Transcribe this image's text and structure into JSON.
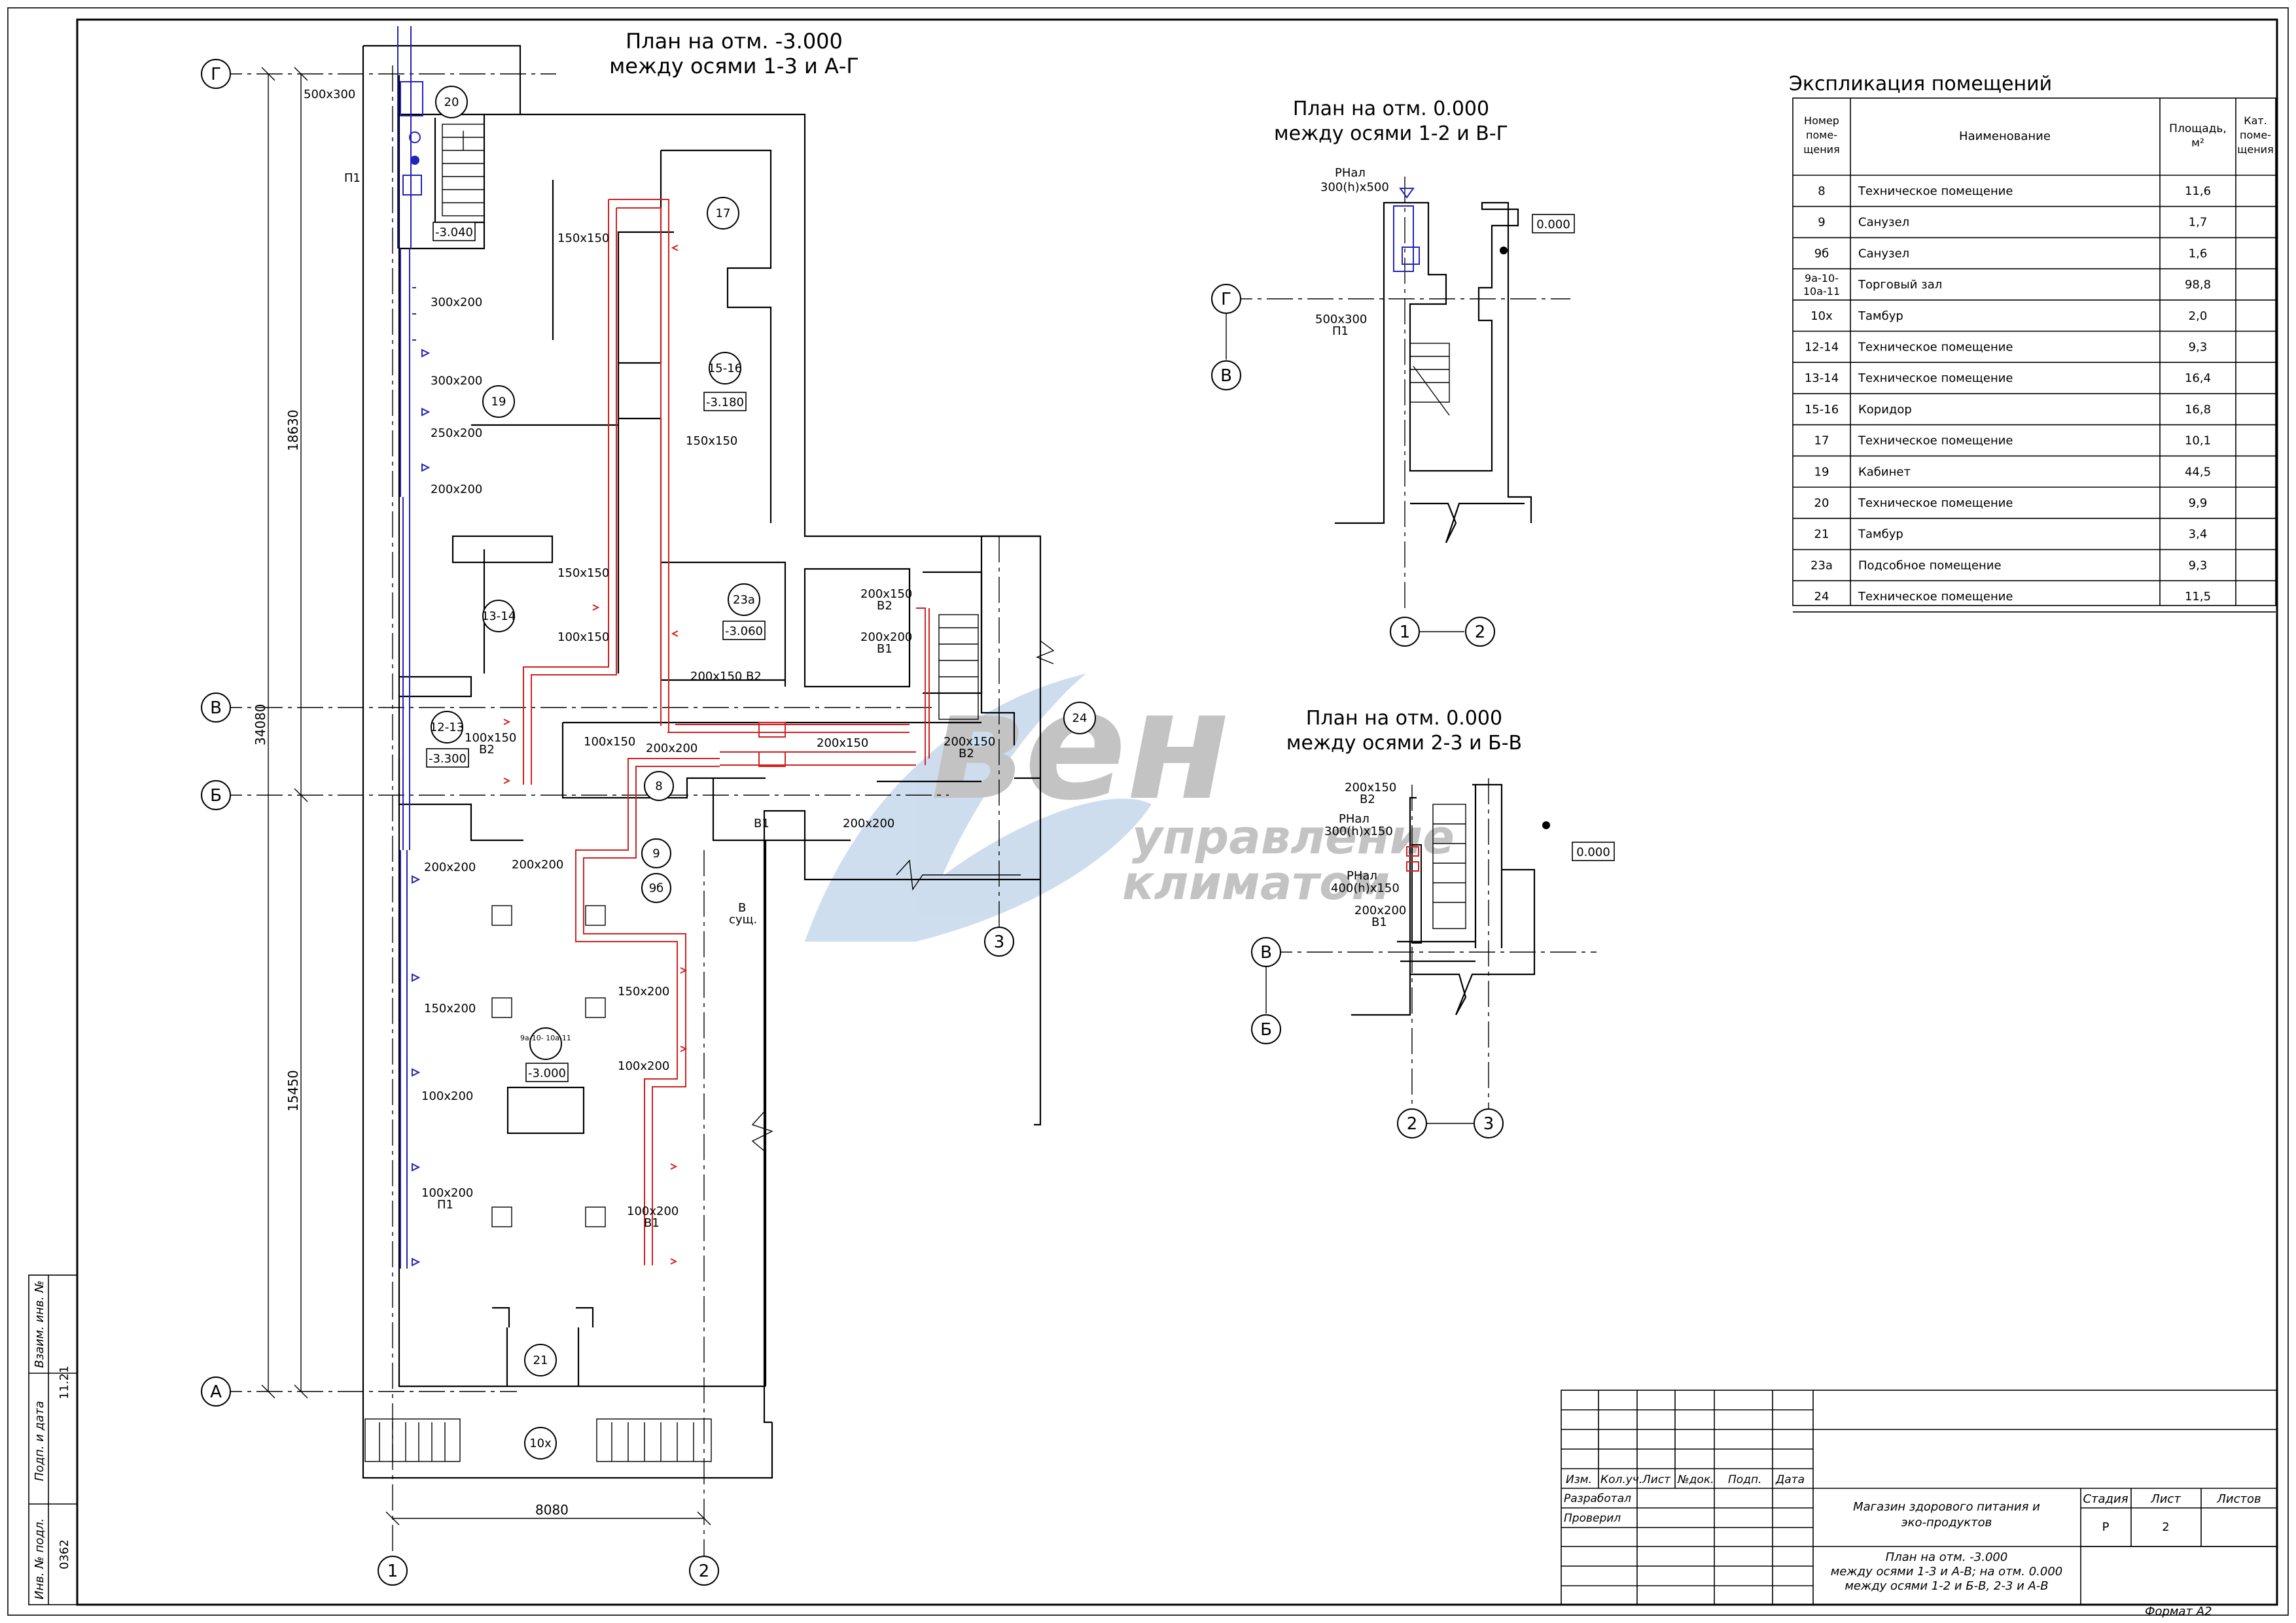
{
  "titles": {
    "main_plan": [
      "План на отм. -3.000",
      "между осями 1-3 и А-Г"
    ],
    "plan_12": [
      "План на отм. 0.000",
      "между осями 1-2 и В-Г"
    ],
    "plan_23": [
      "План на отм. 0.000",
      "между осями 2-3 и Б-В"
    ],
    "explication": "Экспликация помещений"
  },
  "explication": {
    "headers": [
      "Номер поме- щения",
      "Наименование",
      "Площадь, м²",
      "Кат. поме- щения"
    ],
    "rows": [
      {
        "num": "8",
        "name": "Техническое помещение",
        "area": "11,6"
      },
      {
        "num": "9",
        "name": "Санузел",
        "area": "1,7"
      },
      {
        "num": "9б",
        "name": "Санузел",
        "area": "1,6"
      },
      {
        "num": "9а-10- 10а-11",
        "name": "Торговый зал",
        "area": "98,8"
      },
      {
        "num": "10х",
        "name": "Тамбур",
        "area": "2,0"
      },
      {
        "num": "12-14",
        "name": "Техническое помещение",
        "area": "9,3"
      },
      {
        "num": "13-14",
        "name": "Техническое помещение",
        "area": "16,4"
      },
      {
        "num": "15-16",
        "name": "Коридор",
        "area": "16,8"
      },
      {
        "num": "17",
        "name": "Техническое помещение",
        "area": "10,1"
      },
      {
        "num": "19",
        "name": "Кабинет",
        "area": "44,5"
      },
      {
        "num": "20",
        "name": "Техническое помещение",
        "area": "9,9"
      },
      {
        "num": "21",
        "name": "Тамбур",
        "area": "3,4"
      },
      {
        "num": "23а",
        "name": "Подсобное помещение",
        "area": "9,3"
      },
      {
        "num": "24",
        "name": "Техническое помещение",
        "area": "11,5"
      }
    ]
  },
  "axes": {
    "g": "Г",
    "v": "В",
    "b": "Б",
    "a": "А",
    "n1": "1",
    "n2": "2",
    "n3": "3"
  },
  "rooms": {
    "r20": "20",
    "r17": "17",
    "r1516": "15-16",
    "r19": "19",
    "r1314": "13-14",
    "r23a": "23а",
    "r1213": "12-13",
    "r8": "8",
    "r9": "9",
    "r9b": "9б",
    "r24": "24",
    "r9a": "9а-10- 10а-11",
    "r21": "21",
    "r10x": "10х"
  },
  "levels": {
    "l1": "-3.040",
    "l2": "-3.180",
    "l3": "-3.060",
    "l4": "-3.300",
    "l5": "-3.000",
    "l6": "0.000",
    "l7": "0.000"
  },
  "dimensions": {
    "d1": "18630",
    "d2": "34080",
    "d3": "15450",
    "d4": "8080"
  },
  "duct_labels": {
    "a1": "500х300",
    "a2": "П1",
    "a3": "300х200",
    "a4": "300х200",
    "a5": "250х200",
    "a6": "200х200",
    "b1": "150х150",
    "b2": "150х150",
    "b3": "150х150",
    "b4": "100х150",
    "c1": "200х150",
    "c2": "В2",
    "c3": "200х150",
    "c4": "В2",
    "c5": "200х200",
    "c6": "В1",
    "c7": "100х150",
    "c8": "В2",
    "c9": "100х150",
    "c10": "200х200",
    "c11": "200х150",
    "c12": "200х150",
    "c13": "В2",
    "c14": "В1",
    "c15": "200х200",
    "c16": "200х200",
    "c17": "В",
    "c18": "сущ.",
    "e1": "200х200",
    "e2": "150х200",
    "e3": "100х200",
    "e4": "100х200",
    "e5": "П1",
    "f1": "150х200",
    "f2": "100х200",
    "f3": "100х200",
    "f4": "В1",
    "g1": "РНал",
    "g2": "300(h)х500",
    "g3": "500х300",
    "g4": "П1",
    "h1": "200х150",
    "h2": "В2",
    "h3": "РНал",
    "h4": "300(h)х150",
    "h5": "РНал",
    "h6": "400(h)х150",
    "h7": "200х200",
    "h8": "В1"
  },
  "watermark": {
    "brand": "вен",
    "line1": "управление",
    "line2": "климатом"
  },
  "side_stamp": {
    "c1": "Взаим. инв. №",
    "c2": "Подп. и дата",
    "c3": "Инв. № подл.",
    "v2": "11.21",
    "v3": "0362"
  },
  "title_block": {
    "cols": [
      "Изм.",
      "Кол.уч.",
      "Лист",
      "№док.",
      "Подп.",
      "Дата"
    ],
    "row_dev": "Разработал",
    "row_chk": "Проверил",
    "project": "Магазин здорового питания и эко-продуктов",
    "sheet_title": "План на отм. -3.000 между осями 1-3 и А-В; на отм. 0.000 между осями 1-2 и Б-В, 2-3 и А-В",
    "stage_h": "Стадия",
    "sheet_h": "Лист",
    "sheets_h": "Листов",
    "stage": "Р",
    "sheet": "2"
  },
  "format": "Формат А2"
}
